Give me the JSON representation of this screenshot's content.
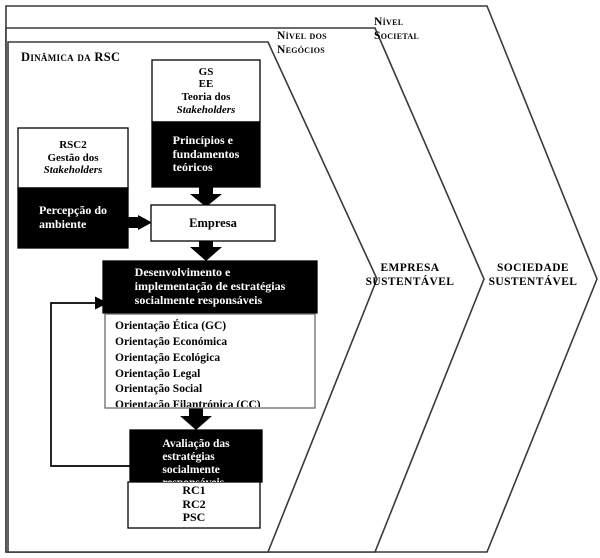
{
  "diagram": {
    "title_inner": "Dinâmica da RSC",
    "levels": [
      {
        "name": "nivel-dos-negocios",
        "label": "Nível dos\nNegócios"
      },
      {
        "name": "nivel-societal",
        "label": "Nível\nSocietal"
      }
    ],
    "level_outcomes": [
      {
        "name": "empresa-sustentavel",
        "label": "EMPRESA\nSUSTENTÁVEL"
      },
      {
        "name": "sociedade-sustentavel",
        "label": "SOCIEDADE\nSUSTENTÁVEL"
      }
    ],
    "boxes": {
      "theory_white": {
        "lines": [
          "GS",
          "EE",
          "Teoria dos"
        ],
        "italic_line": "Stakeholders"
      },
      "theory_black": {
        "text": "Princípios e\nfundamentos\nteóricos"
      },
      "rsc2_white": {
        "lines": [
          "RSC2",
          "Gestão dos"
        ],
        "italic_line": "Stakeholders"
      },
      "perception_black": {
        "text": "Percepção do\nambiente"
      },
      "company_white": {
        "text": "Empresa"
      },
      "development_black": {
        "text": "Desenvolvimento e\nimplementação de estratégias\nsocialmente responsáveis"
      },
      "orientations_white": {
        "items": [
          "Orientação Ética (GC)",
          "Orientação Económica",
          "Orientação Ecológica",
          "Orientação Legal",
          "Orientação Social",
          "Orientação Filantrópica (CC)"
        ]
      },
      "evaluation_black": {
        "text": "Avaliação das\nestratégias\nsocialmente\nresponsáveis"
      },
      "results_white": {
        "items": [
          "RC1",
          "RC2",
          "PSC"
        ]
      }
    },
    "colors": {
      "fill_black": "#000000",
      "fill_white": "#ffffff",
      "stroke": "#000000",
      "stroke_gray": "#595959",
      "text_on_black": "#ffffff",
      "text_on_white": "#000000"
    }
  }
}
